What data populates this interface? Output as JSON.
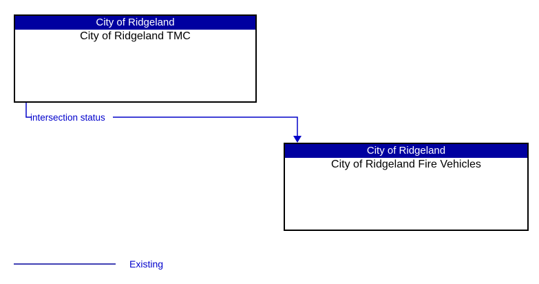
{
  "diagram": {
    "boxes": [
      {
        "header": "City of Ridgeland",
        "title": "City of Ridgeland TMC"
      },
      {
        "header": "City of Ridgeland",
        "title": "City of Ridgeland Fire Vehicles"
      }
    ],
    "flow": {
      "label": "intersection status",
      "from": "City of Ridgeland TMC",
      "to": "City of Ridgeland Fire Vehicles",
      "status": "Existing"
    },
    "legend": {
      "label": "Existing"
    },
    "colors": {
      "header_bg": "#0000A0",
      "header_text": "#ffffff",
      "box_border": "#000000",
      "flow_line": "#0000C8",
      "flow_label_text": "#0000CC",
      "legend_line": "#00009C",
      "legend_text": "#0000CC"
    }
  }
}
